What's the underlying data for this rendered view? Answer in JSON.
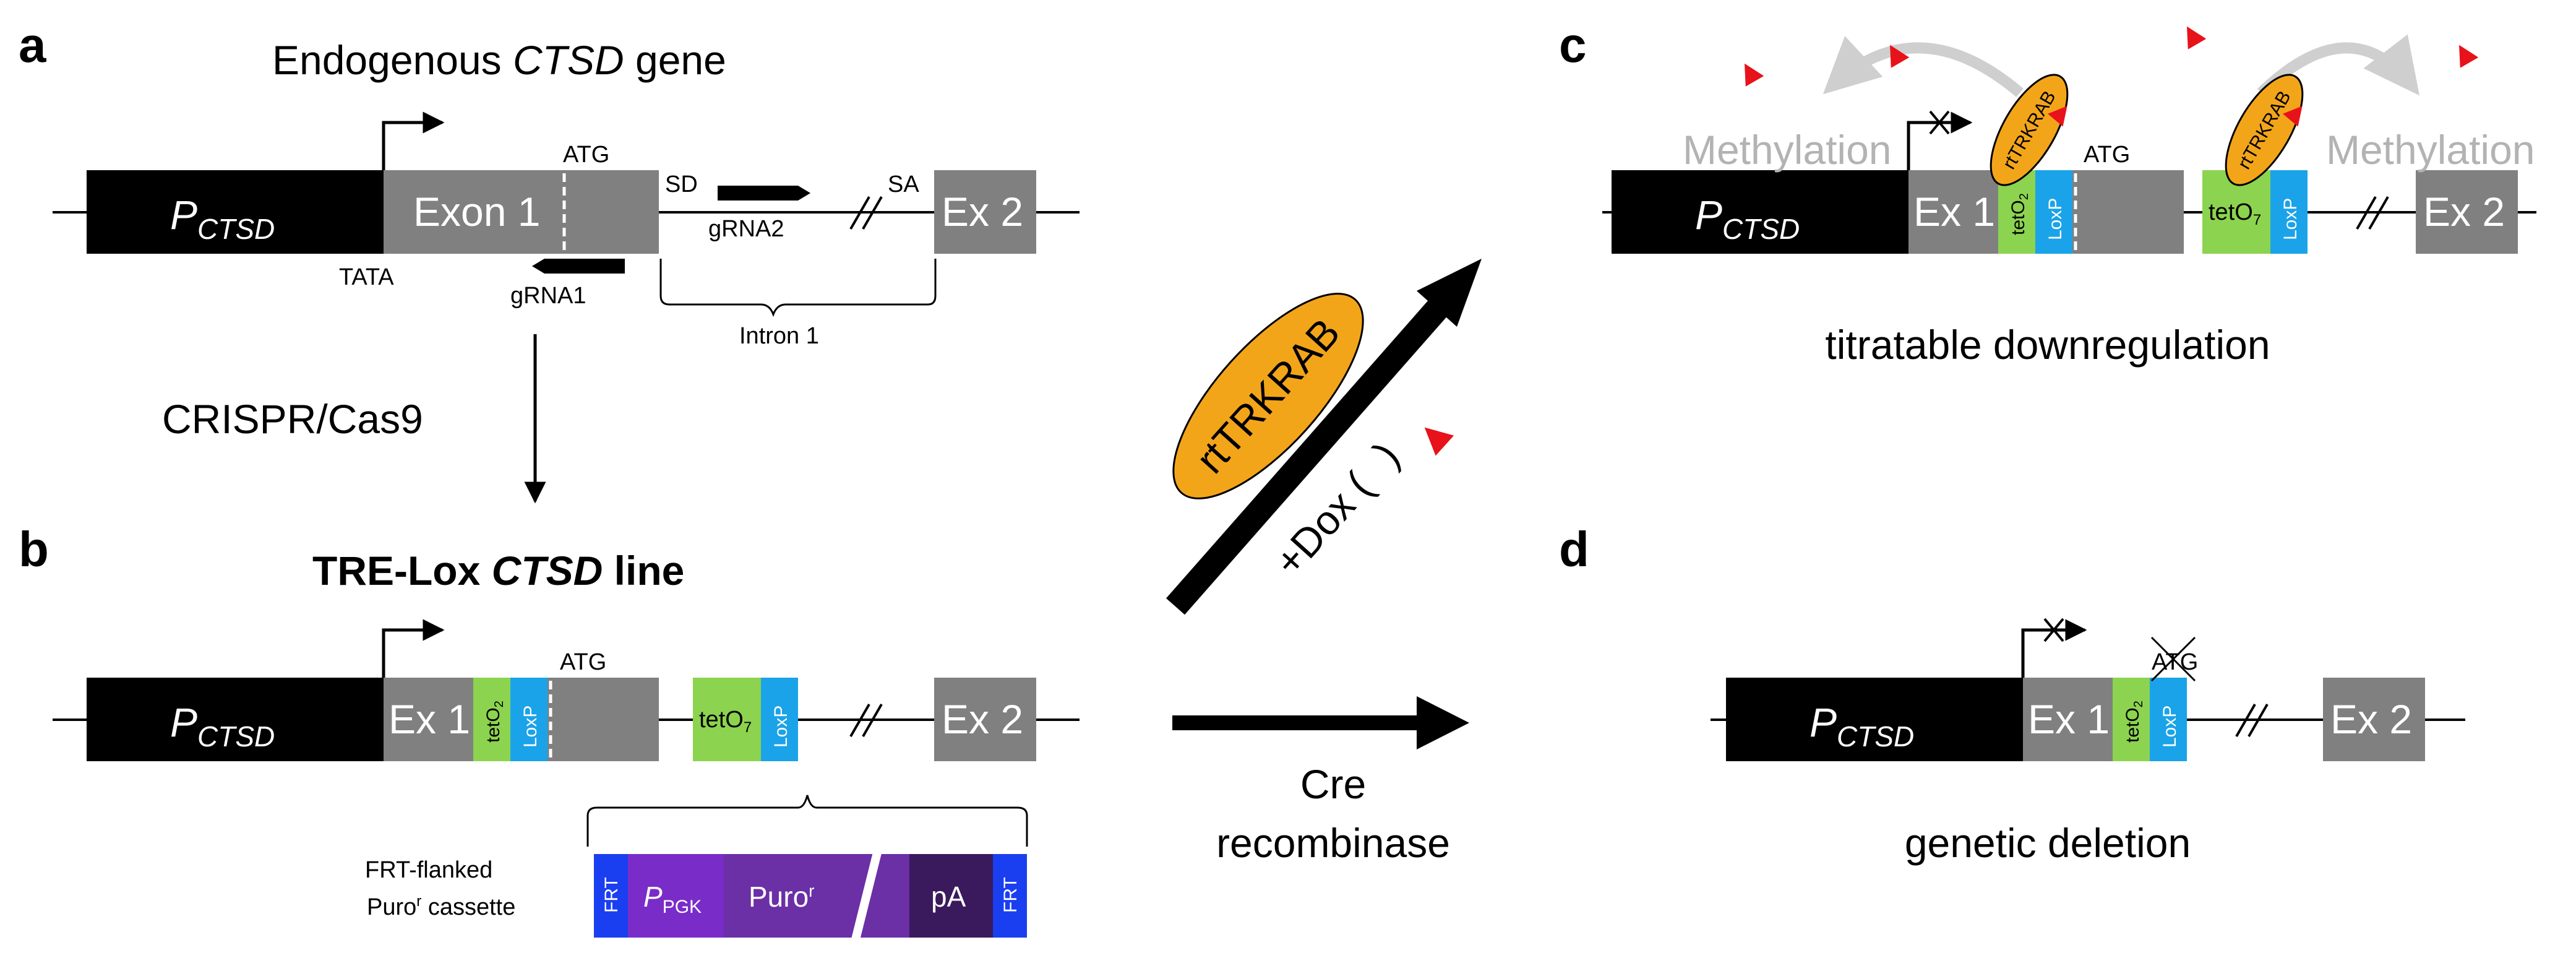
{
  "panel_labels": {
    "a": "a",
    "b": "b",
    "c": "c",
    "d": "d"
  },
  "panel_a": {
    "title_pre": "Endogenous ",
    "title_gene": "CTSD",
    "title_post": " gene",
    "promoter_main": "P",
    "promoter_sub": "CTSD",
    "exon1": "Exon 1",
    "atg": "ATG",
    "sd": "SD",
    "sa": "SA",
    "ex2": "Ex 2",
    "tata": "TATA",
    "grna1": "gRNA1",
    "grna2": "gRNA2",
    "intron": "Intron 1"
  },
  "arrow_crispr": "CRISPR/Cas9",
  "panel_b": {
    "title_pre": "TRE-Lox ",
    "title_gene": "CTSD",
    "title_post": " line",
    "promoter_main": "P",
    "promoter_sub": "CTSD",
    "ex1": "Ex 1",
    "teto2": "tetO",
    "teto2_sub": "2",
    "loxp": "LoxP",
    "atg": "ATG",
    "teto7": "tetO",
    "teto7_sub": "7",
    "ex2": "Ex 2",
    "cassette_label_1": "FRT-flanked",
    "cassette_label_2_main": "Puro",
    "cassette_label_2_sup": "r",
    "cassette_label_2_post": " cassette",
    "frt": "FRT",
    "ppgk_main": "P",
    "ppgk_sub": "PGK",
    "puro_main": "Puro",
    "puro_sup": "r",
    "pa": "pA"
  },
  "middle": {
    "protein": "rtTRKRAB",
    "dox": "+Dox (",
    "dox_close": ")",
    "cre_1": "Cre",
    "cre_2": "recombinase"
  },
  "panel_c": {
    "methylation_left": "Methylation",
    "methylation_right": "Methylation",
    "protein_small": "rtTRKRAB",
    "promoter_main": "P",
    "promoter_sub": "CTSD",
    "ex1": "Ex 1",
    "teto2": "tetO",
    "teto2_sub": "2",
    "loxp": "LoxP",
    "atg": "ATG",
    "teto7": "tetO",
    "teto7_sub": "7",
    "ex2": "Ex 2",
    "caption": "titratable downregulation"
  },
  "panel_d": {
    "promoter_main": "P",
    "promoter_sub": "CTSD",
    "ex1": "Ex 1",
    "teto2": "tetO",
    "teto2_sub": "2",
    "loxp": "LoxP",
    "atg": "ATG",
    "ex2": "Ex 2",
    "caption": "genetic deletion"
  },
  "colors": {
    "promoter": "#000000",
    "exon": "#808080",
    "teto": "#8cd34f",
    "loxp": "#1aa3e8",
    "frt": "#1a3ff0",
    "ppgk": "#7a2cc8",
    "puro": "#6b2fa6",
    "pa": "#3a1a5c",
    "protein": "#f3a51a",
    "dox": "#e8121a",
    "methylation": "#b3b3b3"
  }
}
